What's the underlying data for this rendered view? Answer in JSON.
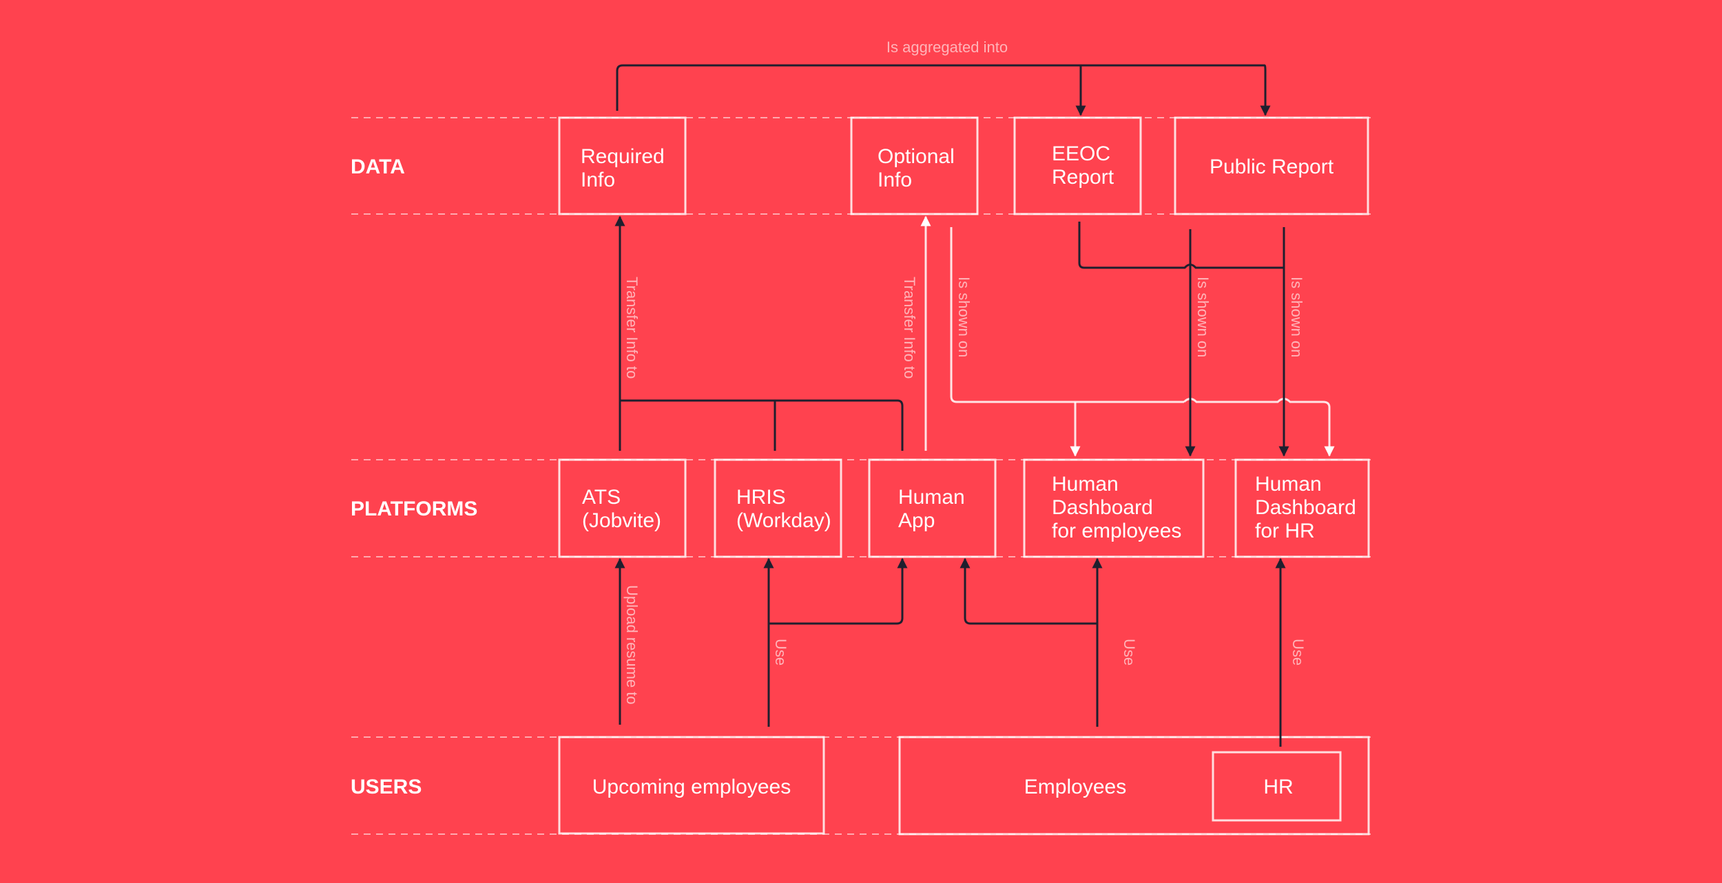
{
  "colors": {
    "background": "#FF424F",
    "box_stroke": "#FFFFFF",
    "arrow_dark": "#1F1F2E",
    "arrow_light": "#FFFFFF"
  },
  "lanes": {
    "data": "DATA",
    "platforms": "PLATFORMS",
    "users": "USERS"
  },
  "data_boxes": {
    "required_info": [
      "Required",
      "Info"
    ],
    "optional_info": [
      "Optional",
      "Info"
    ],
    "eeoc_report": [
      "EEOC",
      "Report"
    ],
    "public_report": "Public Report"
  },
  "platform_boxes": {
    "ats": [
      "ATS",
      "(Jobvite)"
    ],
    "hris": [
      "HRIS",
      "(Workday)"
    ],
    "human_app": [
      "Human",
      "App"
    ],
    "dashboard_employees": [
      "Human",
      "Dashboard",
      "for employees"
    ],
    "dashboard_hr": [
      "Human",
      "Dashboard",
      "for HR"
    ]
  },
  "user_boxes": {
    "upcoming_employees": "Upcoming employees",
    "employees": "Employees",
    "hr": "HR"
  },
  "edge_labels": {
    "aggregated": "Is aggregated into",
    "transfer_required": "Transfer Info to",
    "transfer_optional": "Transfer Info to",
    "shown_optional": "Is shown on",
    "shown_eeoc": "Is shown on",
    "shown_public": "Is shown on",
    "upload_resume": "Upload resume to",
    "use_hris": "Use",
    "use_dashboard": "Use",
    "use_hr": "Use"
  }
}
